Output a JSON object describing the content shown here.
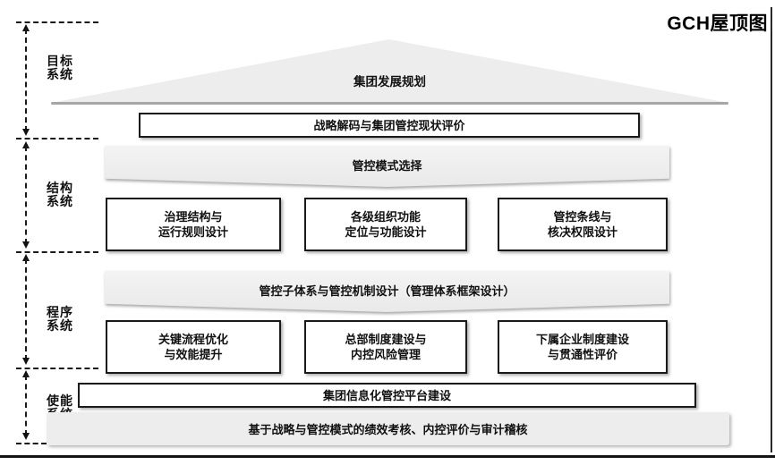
{
  "title": "GCH屋顶图",
  "side_sections": [
    {
      "label_line1": "目标",
      "label_line2": "系统"
    },
    {
      "label_line1": "结构",
      "label_line2": "系统"
    },
    {
      "label_line1": "程序",
      "label_line2": "系统"
    },
    {
      "label_line1": "使能",
      "label_line2": "系统"
    }
  ],
  "pyramid": {
    "roof_label": "集团发展规划",
    "strategy_box": "战略解码与集团管控现状评价",
    "structure_banner": "管控模式选择",
    "structure_boxes": [
      {
        "line1": "治理结构与",
        "line2": "运行规则设计"
      },
      {
        "line1": "各级组织功能",
        "line2": "定位与功能设计"
      },
      {
        "line1": "管控条线与",
        "line2": "核决权限设计"
      }
    ],
    "procedure_banner": "管控子体系与管控机制设计（管理体系框架设计）",
    "procedure_boxes": [
      {
        "line1": "关键流程优化",
        "line2": "与效能提升"
      },
      {
        "line1": "总部制度建设与",
        "line2": "内控风险管理"
      },
      {
        "line1": "下属企业制度建设",
        "line2": "与贯通性评价"
      }
    ],
    "enable_white_box": "集团信息化管控平台建设",
    "enable_gray_box": "基于战略与管控模式的绩效考核、内控评价与审计稽核"
  },
  "colors": {
    "fill_gray": "#ededed",
    "border_black": "#1a1a1a",
    "shadow_gray": "#a6a6a6",
    "text": "#111111"
  }
}
